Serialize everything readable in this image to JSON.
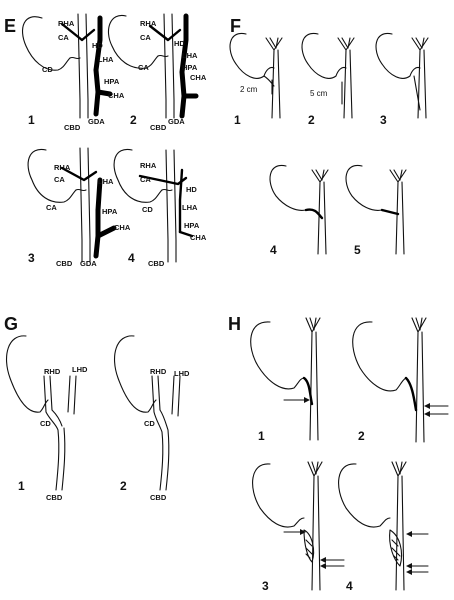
{
  "panels": {
    "E": {
      "letter": "E",
      "figs": [
        "1",
        "2",
        "3",
        "4"
      ],
      "labels": {
        "rha": "RHA",
        "ca": "CA",
        "hd": "HD",
        "lha": "LHA",
        "cd": "CD",
        "hpa": "HPA",
        "cha": "CHA",
        "cbd": "CBD",
        "gda": "GDA"
      }
    },
    "F": {
      "letter": "F",
      "figs": [
        "1",
        "2",
        "3",
        "4",
        "5"
      ],
      "dims": [
        "2 cm",
        "5 cm"
      ]
    },
    "G": {
      "letter": "G",
      "figs": [
        "1",
        "2"
      ],
      "labels": {
        "rhd": "RHD",
        "lhd": "LHD",
        "cd": "CD",
        "cbd": "CBD"
      }
    },
    "H": {
      "letter": "H",
      "figs": [
        "1",
        "2",
        "3",
        "4"
      ]
    }
  }
}
